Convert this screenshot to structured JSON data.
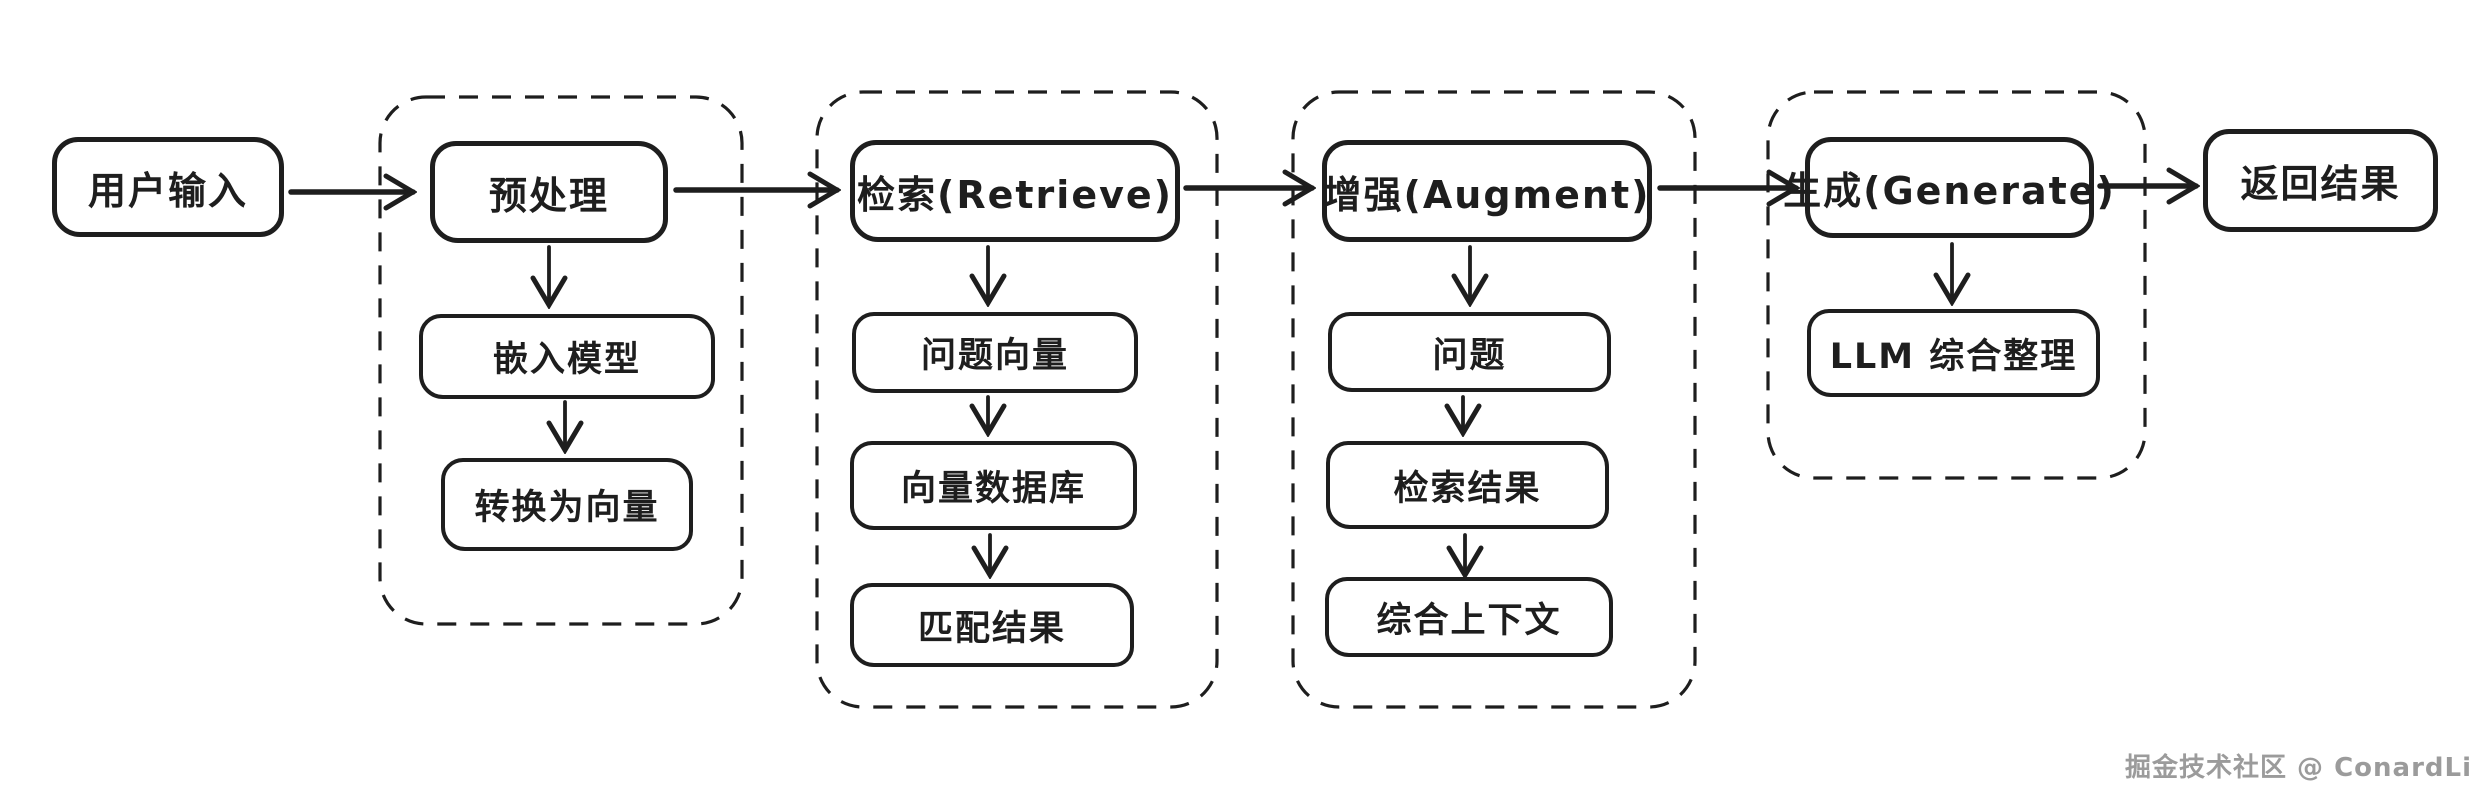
{
  "diagram": {
    "title_implicit": "RAG pipeline flow",
    "colors": {
      "stroke": "#1e1e1e",
      "background": "#ffffff",
      "watermark": "#9b9b9b"
    }
  },
  "nodes": {
    "user_input": {
      "label": "用户输入"
    },
    "preprocess": {
      "label": "预处理"
    },
    "embed_model": {
      "label": "嵌入模型"
    },
    "to_vector": {
      "label": "转换为向量"
    },
    "retrieve": {
      "label": "检索(Retrieve)"
    },
    "question_vector": {
      "label": "问题向量"
    },
    "vector_db": {
      "label": "向量数据库"
    },
    "match_result": {
      "label": "匹配结果"
    },
    "augment": {
      "label": "增强(Augment)"
    },
    "question": {
      "label": "问题"
    },
    "retrieval_result": {
      "label": "检索结果"
    },
    "combined_context": {
      "label": "综合上下文"
    },
    "generate": {
      "label": "生成(Generate)"
    },
    "llm_organize": {
      "label": "LLM 综合整理"
    },
    "return_result": {
      "label": "返回结果"
    }
  },
  "groups": [
    {
      "name": "preprocess-stage"
    },
    {
      "name": "retrieve-stage"
    },
    {
      "name": "augment-stage"
    },
    {
      "name": "generate-stage"
    }
  ],
  "watermark": {
    "text": "掘金技术社区 @ ConardLi"
  }
}
